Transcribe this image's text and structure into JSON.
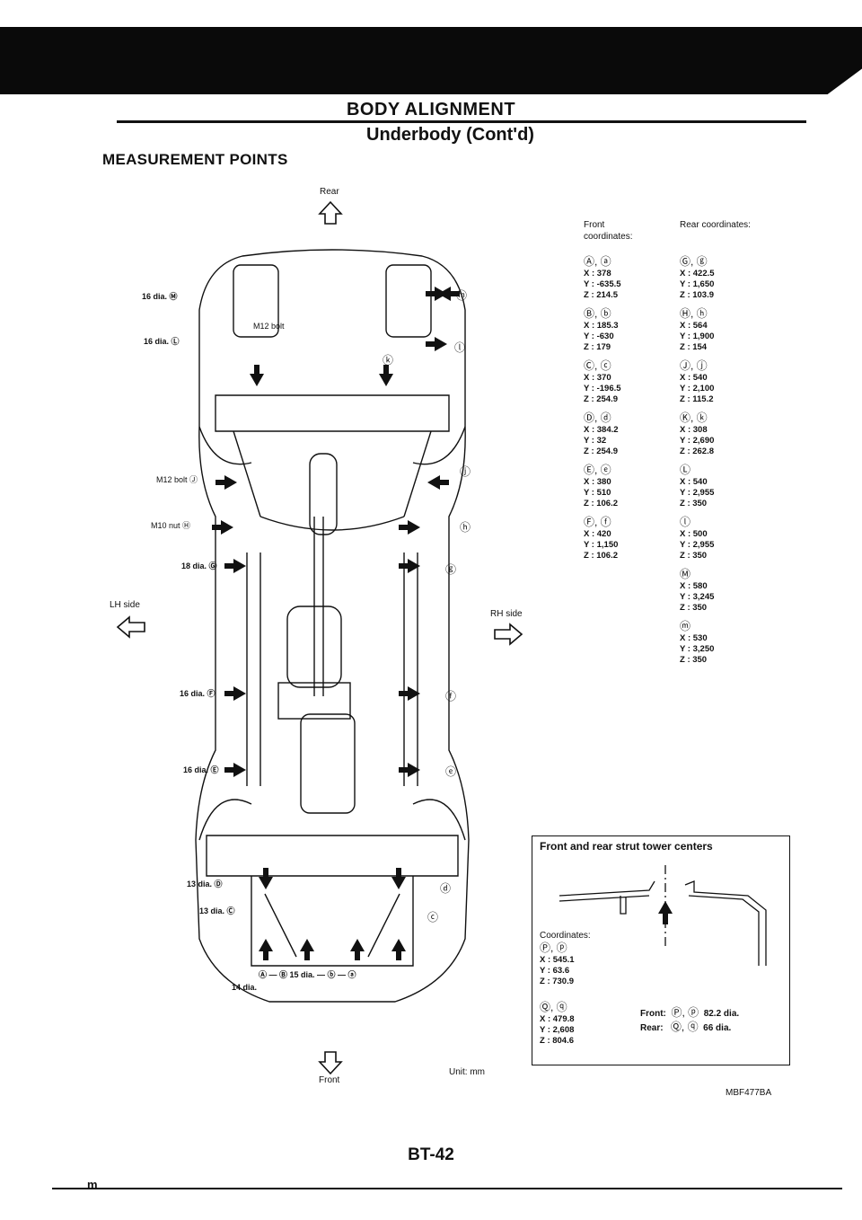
{
  "header": {
    "title": "BODY ALIGNMENT",
    "subtitle": "Underbody (Cont'd)",
    "section": "MEASUREMENT POINTS"
  },
  "diagram": {
    "label_rear": "Rear",
    "label_front": "Front",
    "label_lh": "LH side",
    "label_rh": "RH side",
    "unit": "Unit: mm",
    "figure_code": "MBF477BA",
    "callouts_left": [
      {
        "size": "16 dia.",
        "point": "M"
      },
      {
        "size": "16 dia.",
        "point": "L"
      },
      {
        "size": "M12 bolt",
        "point": "J"
      },
      {
        "size": "M10 nut",
        "point": "H"
      },
      {
        "size": "18 dia.",
        "point": "G"
      },
      {
        "size": "16 dia.",
        "point": "F"
      },
      {
        "size": "16 dia.",
        "point": "E"
      },
      {
        "size": "13 dia.",
        "point": "D"
      },
      {
        "size": "13 dia.",
        "point": "C"
      },
      {
        "size": "15 dia.",
        "point": "B"
      },
      {
        "size": "14 dia.",
        "point": "A"
      }
    ],
    "callout_m12_k": "M12 bolt",
    "right_points": [
      "m",
      "l",
      "k",
      "j",
      "h",
      "g",
      "f",
      "e",
      "d",
      "c",
      "b",
      "a"
    ]
  },
  "coordinates": {
    "front_head": "Front coordinates:",
    "rear_head": "Rear coordinates:",
    "front": [
      {
        "pts": "Ⓐ, ⓐ",
        "x": "X : 378",
        "y": "Y : -635.5",
        "z": "Z : 214.5"
      },
      {
        "pts": "Ⓑ, ⓑ",
        "x": "X : 185.3",
        "y": "Y : -630",
        "z": "Z : 179"
      },
      {
        "pts": "Ⓒ, ⓒ",
        "x": "X : 370",
        "y": "Y : -196.5",
        "z": "Z : 254.9"
      },
      {
        "pts": "Ⓓ, ⓓ",
        "x": "X : 384.2",
        "y": "Y : 32",
        "z": "Z : 254.9"
      },
      {
        "pts": "Ⓔ, ⓔ",
        "x": "X : 380",
        "y": "Y : 510",
        "z": "Z : 106.2"
      },
      {
        "pts": "Ⓕ, ⓕ",
        "x": "X : 420",
        "y": "Y : 1,150",
        "z": "Z : 106.2"
      }
    ],
    "rear": [
      {
        "pts": "Ⓖ, ⓖ",
        "x": "X : 422.5",
        "y": "Y : 1,650",
        "z": "Z : 103.9"
      },
      {
        "pts": "Ⓗ, ⓗ",
        "x": "X : 564",
        "y": "Y : 1,900",
        "z": "Z : 154"
      },
      {
        "pts": "Ⓙ, ⓙ",
        "x": "X : 540",
        "y": "Y : 2,100",
        "z": "Z : 115.2"
      },
      {
        "pts": "Ⓚ, ⓚ",
        "x": "X : 308",
        "y": "Y : 2,690",
        "z": "Z : 262.8"
      },
      {
        "pts": "Ⓛ",
        "x": "X : 540",
        "y": "Y : 2,955",
        "z": "Z : 350"
      },
      {
        "pts": "ⓛ",
        "x": "X : 500",
        "y": "Y : 2,955",
        "z": "Z : 350"
      },
      {
        "pts": "Ⓜ",
        "x": "X : 580",
        "y": "Y : 3,245",
        "z": "Z : 350"
      },
      {
        "pts": "ⓜ",
        "x": "X : 530",
        "y": "Y : 3,250",
        "z": "Z : 350"
      }
    ]
  },
  "strut": {
    "title": "Front and rear strut tower centers",
    "coord_head": "Coordinates:",
    "p_pts": "Ⓟ, ⓟ",
    "p_x": "X : 545.1",
    "p_y": "Y : 63.6",
    "p_z": "Z : 730.9",
    "q_pts": "Ⓠ, ⓠ",
    "q_x": "X : 479.8",
    "q_y": "Y : 2,608",
    "q_z": "Z : 804.6",
    "front_label": "Front:",
    "front_pts": "Ⓟ, ⓟ",
    "front_dia": "82.2 dia.",
    "rear_label": "Rear:",
    "rear_pts": "Ⓠ, ⓠ",
    "rear_dia": "66 dia."
  },
  "footer": {
    "page": "BT-42",
    "mark": "m"
  }
}
